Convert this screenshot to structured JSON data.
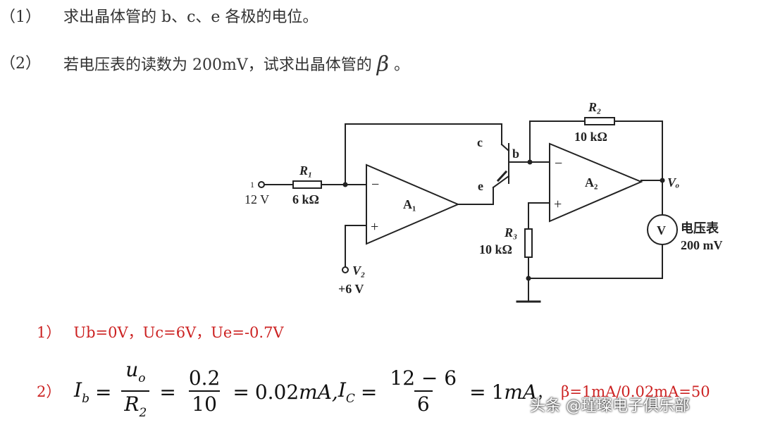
{
  "questions": [
    {
      "num": "（1）",
      "text": "求出晶体管的 b、c、e 各极的电位。"
    },
    {
      "num": "（2）",
      "text": "若电压表的读数为 200mV，试求出晶体管的",
      "symbol": "β",
      "tail": "。"
    }
  ],
  "circuit": {
    "input_terminal": "1",
    "input_voltage": "12 V",
    "r1_label": "R₁",
    "r1_value": "6 kΩ",
    "a1_label": "A₁",
    "a2_label": "A₂",
    "minus": "−",
    "plus": "+",
    "v2_label": "V₂",
    "v2_value": "+6 V",
    "pin_c": "c",
    "pin_b": "b",
    "pin_e": "e",
    "r2_label": "R₂",
    "r2_value": "10 kΩ",
    "r3_label": "R₃",
    "r3_value": "10 kΩ",
    "vo_label": "Vₒ",
    "meter_symbol": "V",
    "meter_name": "电压表",
    "meter_reading": "200  mV"
  },
  "answers": {
    "a1_label": "1）",
    "a1_text": "Ub=0V，Uc=6V，Ue=-0.7V",
    "a2_label": "2）",
    "ib": "I",
    "ib_sub": "b",
    "uo": "u",
    "uo_sub": "o",
    "r2": "R",
    "r2_sub": "2",
    "n1": "0.2",
    "d1": "10",
    "result1": "0.02",
    "unit1": "mA,",
    "ic": "I",
    "ic_sub": "C",
    "n2": "12 − 6",
    "d2": "6",
    "result2": "1",
    "unit2": "mA",
    "comma": "，",
    "beta_answer": "β=1mA/0.02mA=50"
  },
  "watermark": "头条 @瑾璨电子俱乐部"
}
